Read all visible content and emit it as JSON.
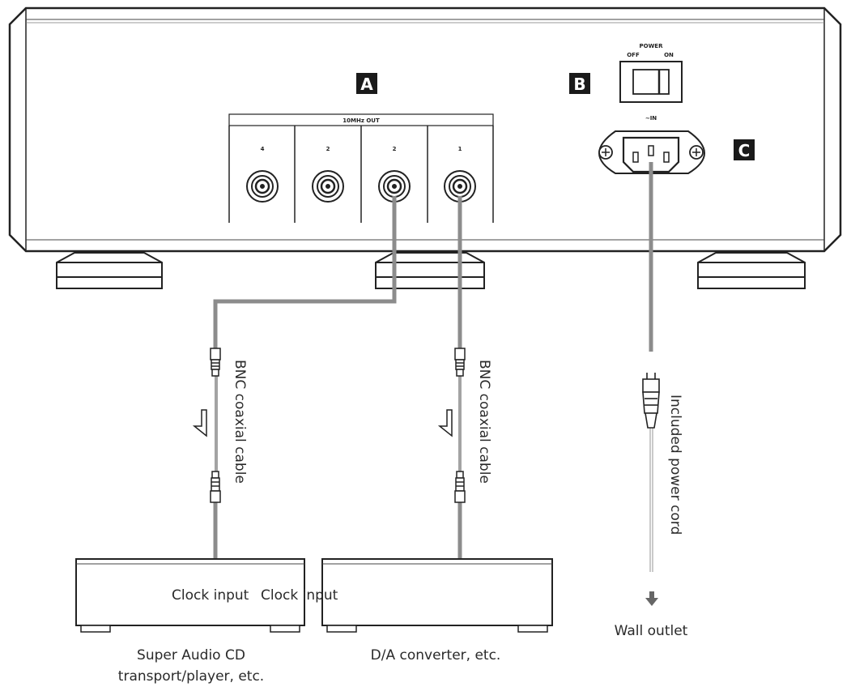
{
  "badges": {
    "a": "A",
    "b": "B",
    "c": "C"
  },
  "panel": {
    "output_label": "10MHz OUT",
    "port_numbers": [
      "4",
      "2",
      "2",
      "1"
    ],
    "power_label": "POWER",
    "power_off": "OFF",
    "power_on": "ON",
    "ac_in": "~IN"
  },
  "cables": {
    "left": "BNC coaxial cable",
    "right": "BNC coaxial cable",
    "power": "Included power cord"
  },
  "devices": {
    "left_input": "Clock input",
    "right_input": "Clock input",
    "left_name_line1": "Super Audio CD",
    "left_name_line2": "transport/player, etc.",
    "right_name": "D/A converter, etc."
  },
  "wall_outlet": "Wall outlet",
  "icons": [
    "down-arrow-icon",
    "hollow-down-arrow-icon",
    "screw-icon",
    "bnc-connector-icon",
    "iec-socket-icon",
    "power-plug-icon"
  ],
  "colors": {
    "line": "#222222",
    "cable": "#8c8c8c",
    "cable_light": "#b8b8b8",
    "badge": "#1a1a1a"
  }
}
